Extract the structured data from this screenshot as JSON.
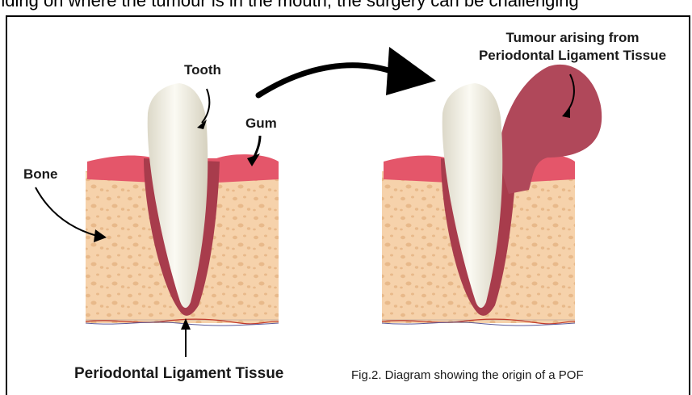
{
  "header_text": "nding on where the tumour is in the mouth, the surgery can be challenging",
  "labels": {
    "tooth": "Tooth",
    "gum": "Gum",
    "bone": "Bone",
    "pdl": "Periodontal Ligament Tissue",
    "tumour_line1": "Tumour arising from",
    "tumour_line2": "Periodontal Ligament Tissue"
  },
  "caption": "Fig.2. Diagram showing the origin of a POF",
  "colors": {
    "bone": "#f6d2ab",
    "bone_spots": "#e8b98a",
    "gum": "#e4566a",
    "ligament": "#a83c4c",
    "tooth": "#f4f1e6",
    "tumour": "#b0485a"
  }
}
